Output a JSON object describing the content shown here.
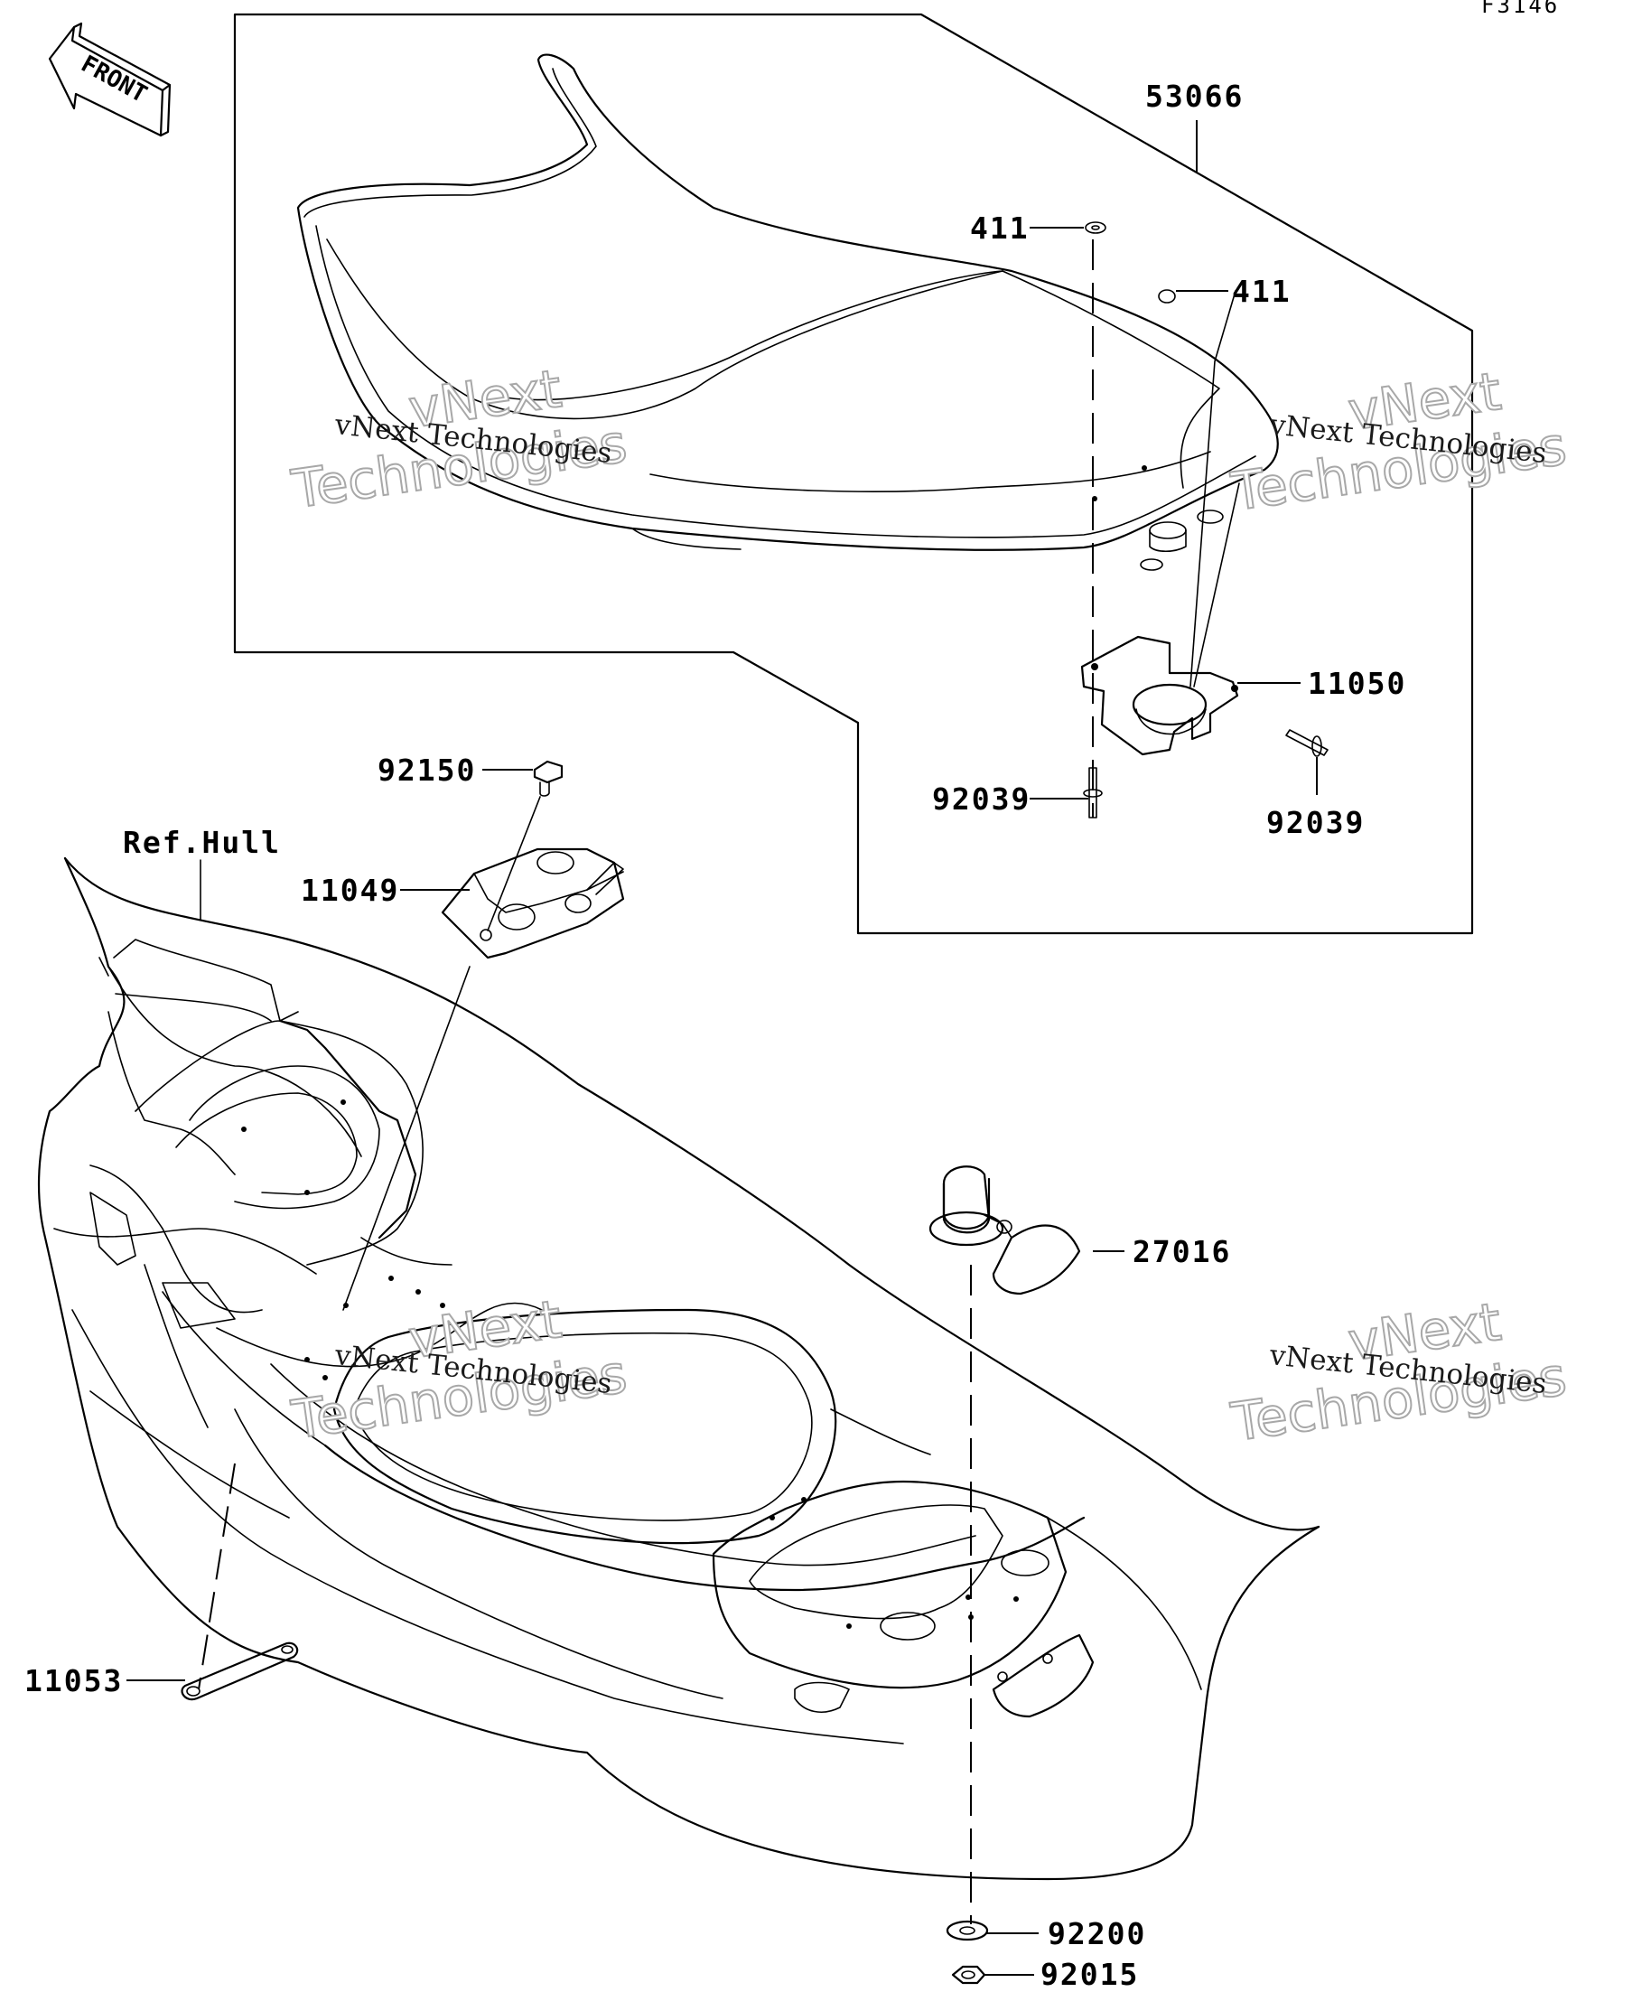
{
  "diagram_code": "F3146",
  "front_label": "FRONT",
  "reference_label": "Ref.Hull",
  "watermark": {
    "line": "vNext Technologies",
    "big_top": "vNext",
    "big_bottom": "Technologies"
  },
  "parts": {
    "p53066": "53066",
    "p411_top": "411",
    "p411_right": "411",
    "p11050": "11050",
    "p92039_left": "92039",
    "p92039_right": "92039",
    "p92150": "92150",
    "p11049": "11049",
    "p27016": "27016",
    "p11053": "11053",
    "p92200": "92200",
    "p92015": "92015"
  }
}
